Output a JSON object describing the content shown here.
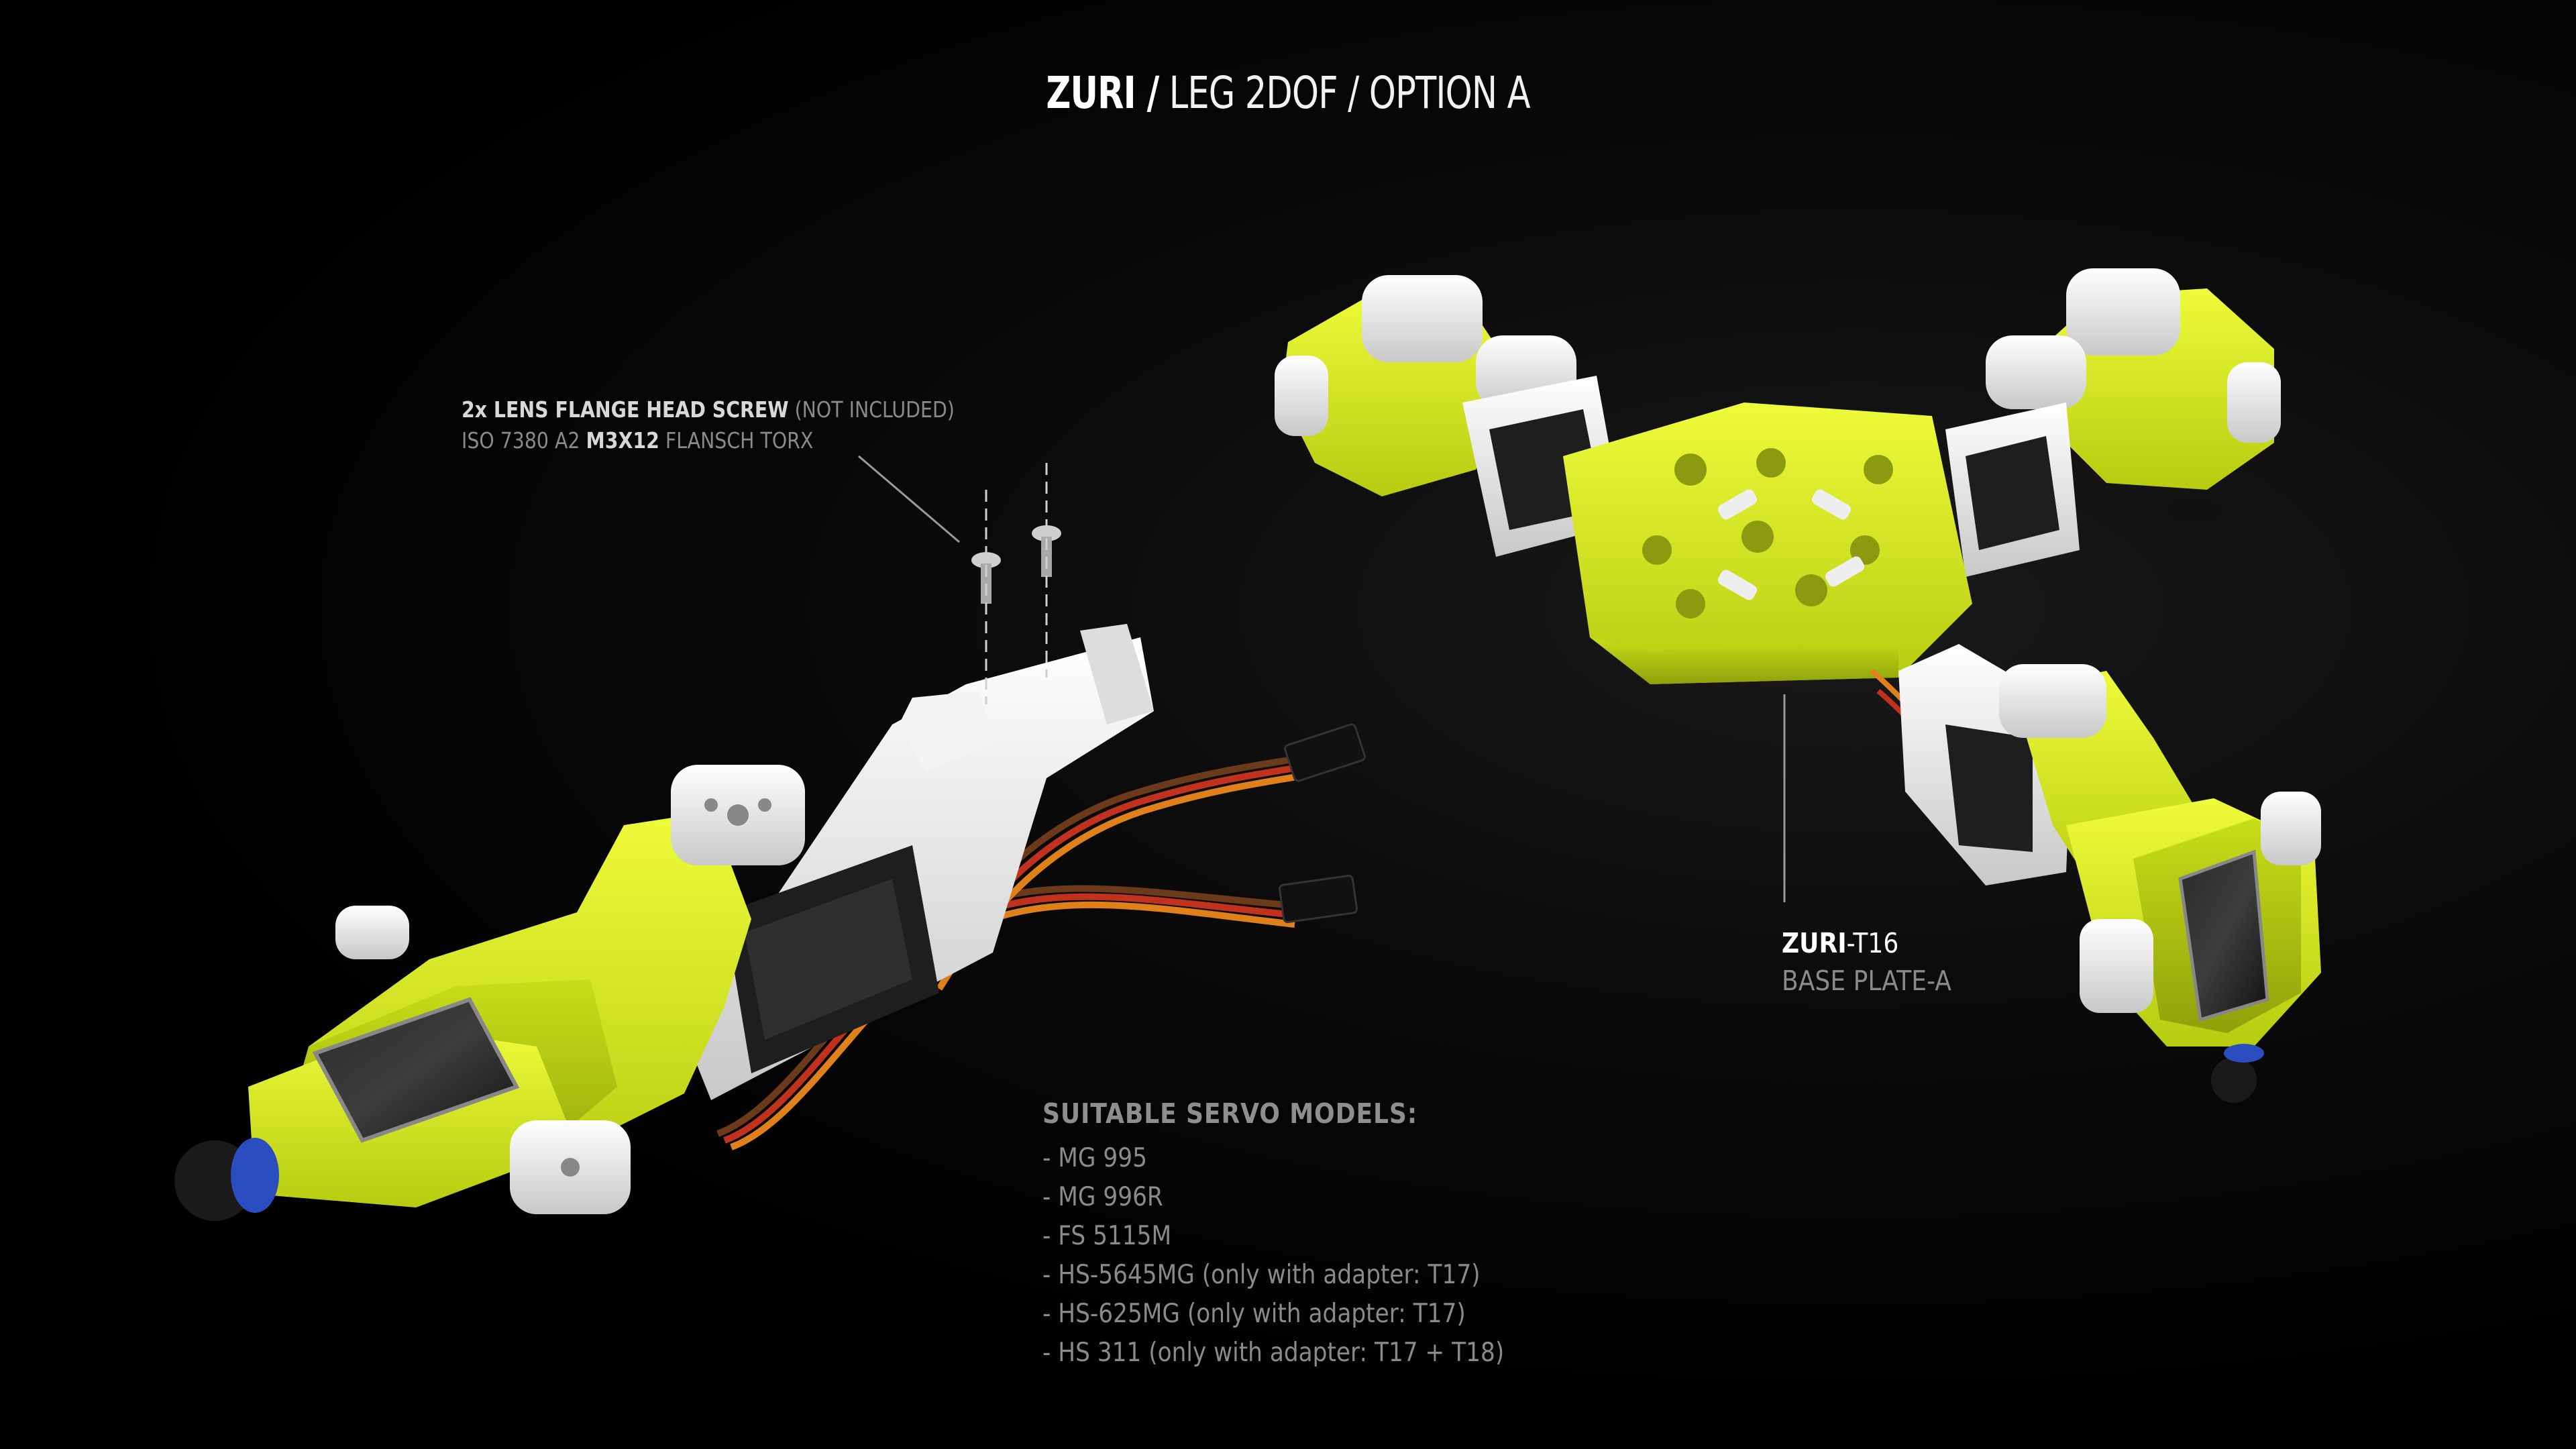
{
  "title": {
    "brand": "ZURI /",
    "rest": " LEG 2DOF / OPTION A"
  },
  "screw_callout": {
    "line1_bold": "2x LENS FLANGE HEAD SCREW",
    "line1_rest": " (NOT INCLUDED)",
    "line2_prefix": "ISO 7380 A2 ",
    "line2_bold": "M3X12",
    "line2_suffix": " FLANSCH TORX"
  },
  "base_plate_label": {
    "brand": "ZURI",
    "code": "-T16",
    "subtitle": "BASE PLATE-A"
  },
  "servo_models": {
    "heading": "SUITABLE SERVO MODELS:",
    "items": [
      "- MG 995",
      "- MG 996R",
      "- FS 5115M",
      "- HS-5645MG (only with adapter: T17)",
      "- HS-625MG (only with adapter: T17)",
      "- HS 311 (only with adapter: T17 + T18)"
    ]
  },
  "colors": {
    "background": "#000000",
    "accent_yellow": "#d6ec1a",
    "part_white": "#e6e6e6",
    "servo_dark": "#1c1c1c",
    "wire_orange": "#e0801a",
    "wire_red": "#c0321e",
    "wire_brown": "#6a3a1a"
  }
}
